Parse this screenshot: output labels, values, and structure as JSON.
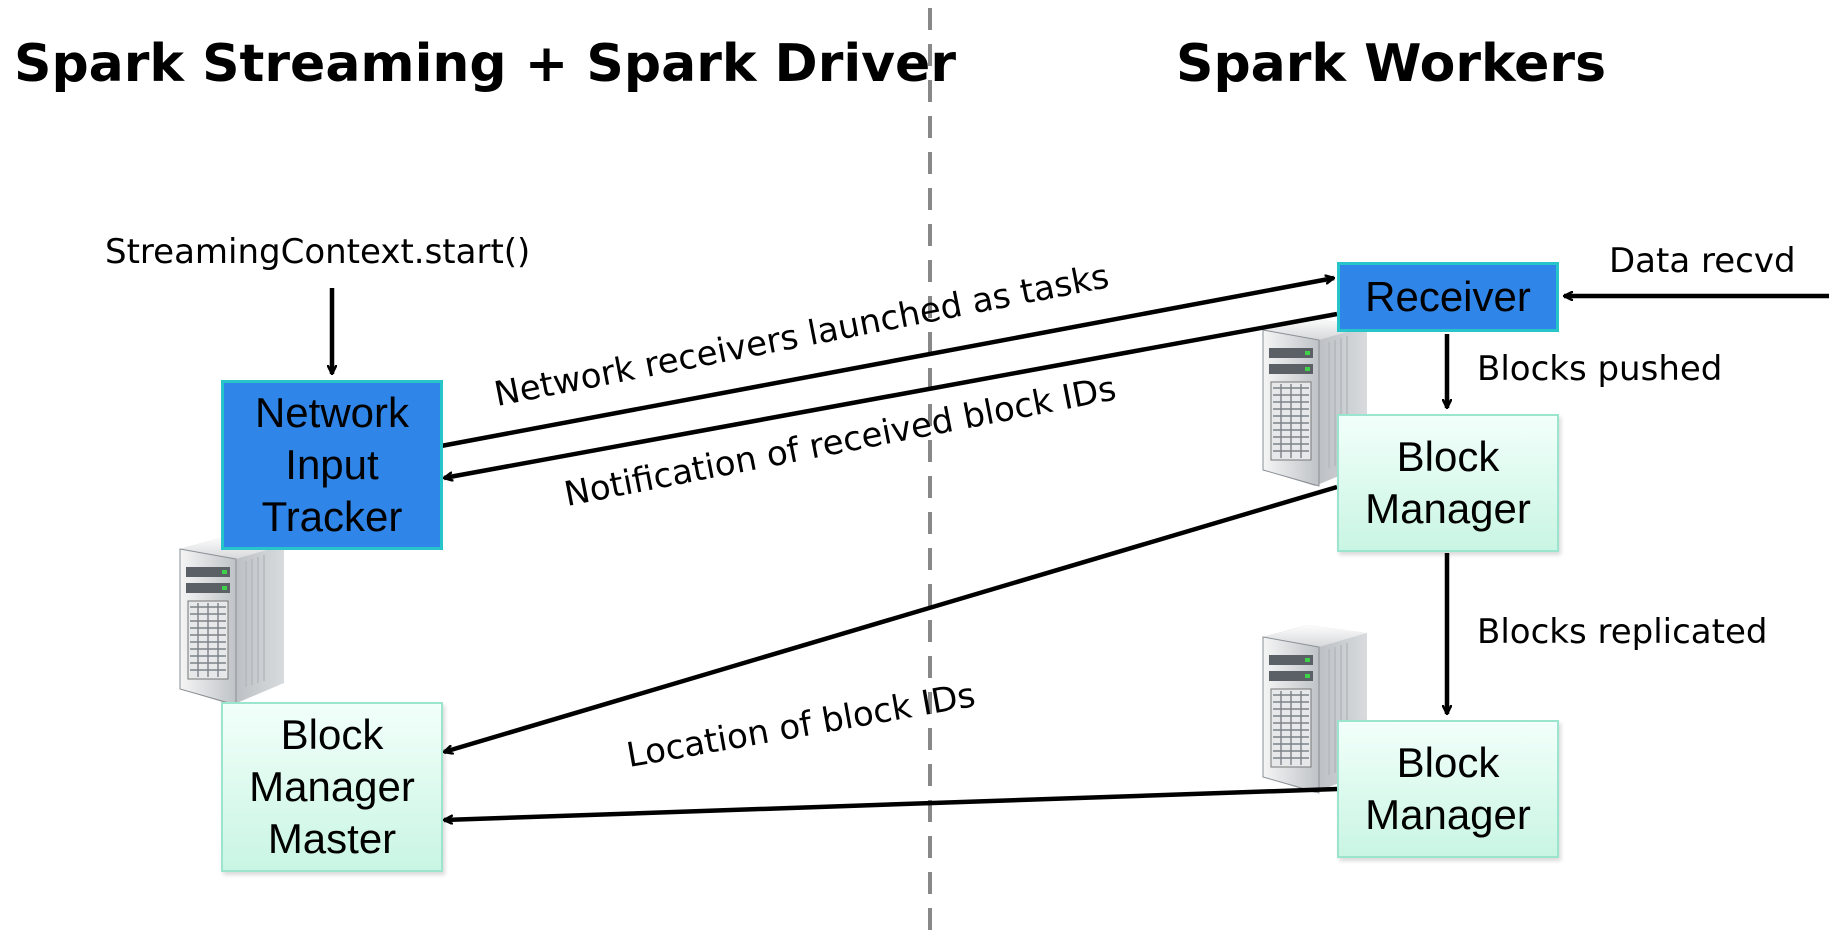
{
  "headings": {
    "left": "Spark Streaming + Spark Driver",
    "right": "Spark Workers"
  },
  "boxes": {
    "network_input_tracker": "Network\nInput\nTracker",
    "block_manager_master": "Block\nManager\nMaster",
    "receiver": "Receiver",
    "block_manager_1": "Block\nManager",
    "block_manager_2": "Block\nManager"
  },
  "labels": {
    "streaming_context_start": "StreamingContext.start()",
    "data_recvd": "Data recvd",
    "blocks_pushed": "Blocks pushed",
    "blocks_replicated": "Blocks replicated",
    "network_receivers_launched": "Network receivers launched as tasks",
    "notification_received_block_ids": "Notification of received block IDs",
    "location_of_block_ids": "Location of block IDs"
  },
  "colors": {
    "primary_box": "#2f86e8",
    "secondary_box": "#d7f8eb",
    "divider": "#888888"
  },
  "icons": [
    "server-icon",
    "server-icon",
    "server-icon",
    "server-icon"
  ]
}
